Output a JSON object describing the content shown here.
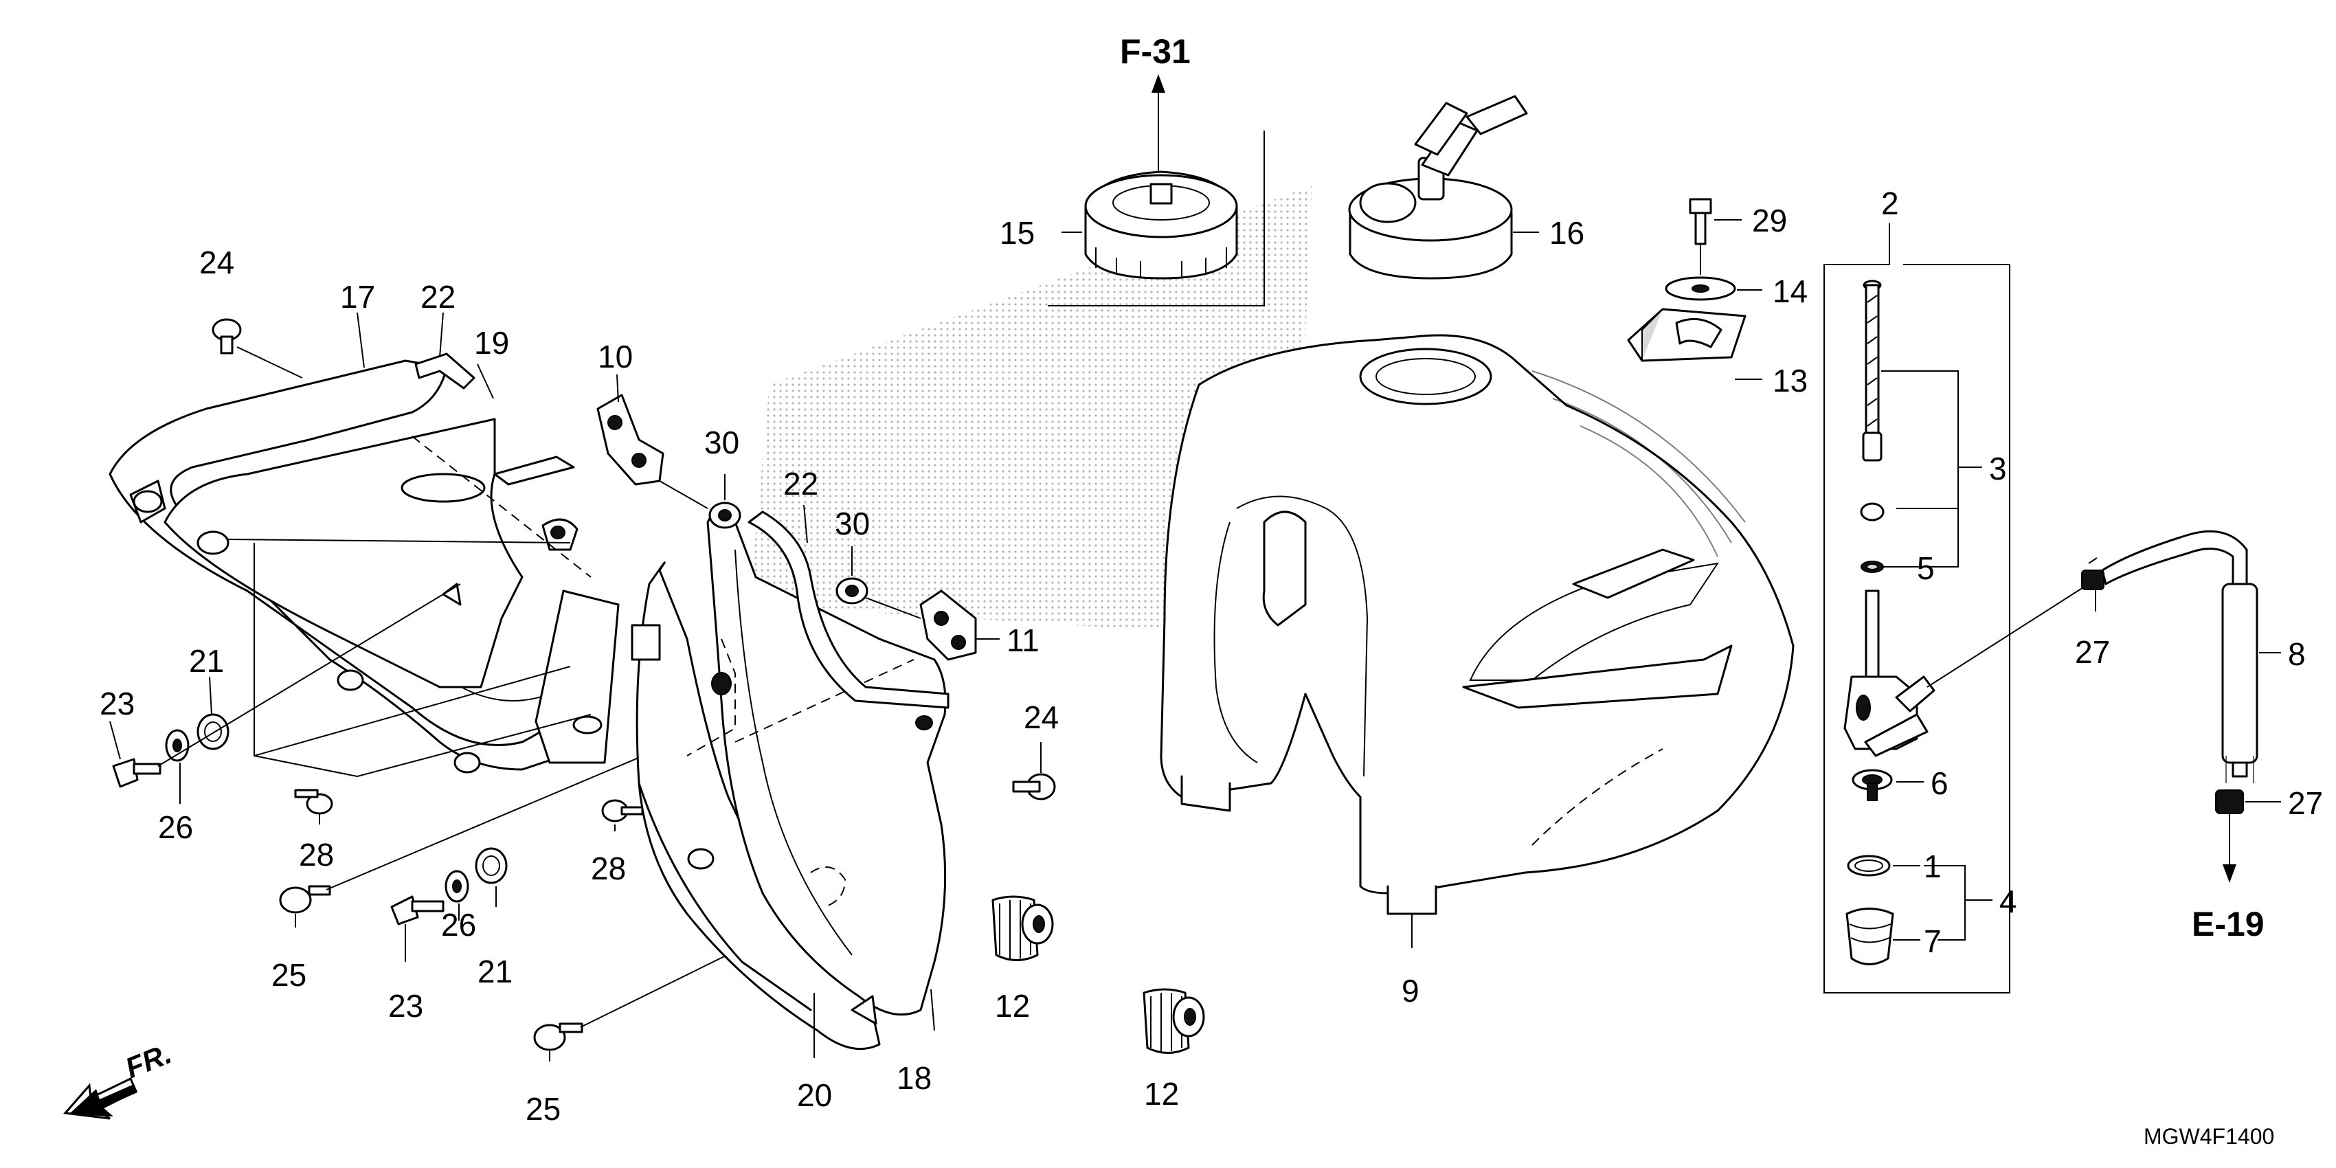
{
  "references": {
    "up": "F-31",
    "down": "E-19"
  },
  "drawing_code": "MGW4F1400",
  "front_marker": "FR.",
  "callouts": {
    "c1": "1",
    "c2": "2",
    "c3": "3",
    "c4": "4",
    "c5": "5",
    "c6": "6",
    "c7": "7",
    "c8": "8",
    "c9": "9",
    "c10": "10",
    "c11": "11",
    "c12a": "12",
    "c12b": "12",
    "c13": "13",
    "c14": "14",
    "c15": "15",
    "c16": "16",
    "c17": "17",
    "c18": "18",
    "c19": "19",
    "c20": "20",
    "c21a": "21",
    "c21b": "21",
    "c22a": "22",
    "c22b": "22",
    "c23a": "23",
    "c23b": "23",
    "c24a": "24",
    "c24b": "24",
    "c25a": "25",
    "c25b": "25",
    "c26a": "26",
    "c26b": "26",
    "c27a": "27",
    "c27b": "27",
    "c28a": "28",
    "c28b": "28",
    "c29": "29",
    "c30a": "30",
    "c30b": "30"
  }
}
